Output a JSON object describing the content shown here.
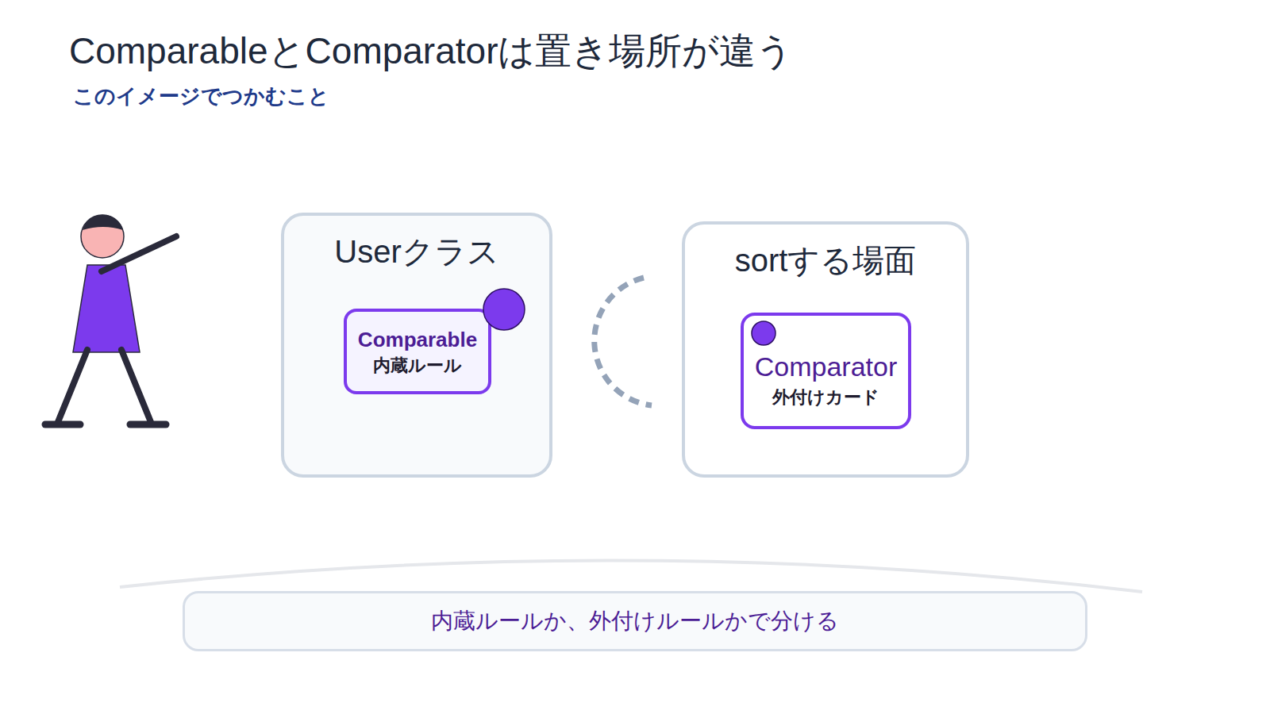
{
  "diagram": {
    "title": "ComparableとComparatorは置き場所が違う",
    "nodes": [
      {
        "text": [
          "Userクラス"
        ]
      },
      {
        "text": [
          "Comparable",
          "内蔵ルール"
        ],
        "in": 0
      },
      {
        "text": [
          "sortする場面"
        ]
      },
      {
        "text": [
          "Comparator",
          "外付けカード"
        ],
        "in": 2
      },
      {
        "text": [
          "内蔵ルールか、外付けルールかで分ける"
        ]
      }
    ],
    "labels": [
      "このイメージでつかむこと"
    ]
  }
}
